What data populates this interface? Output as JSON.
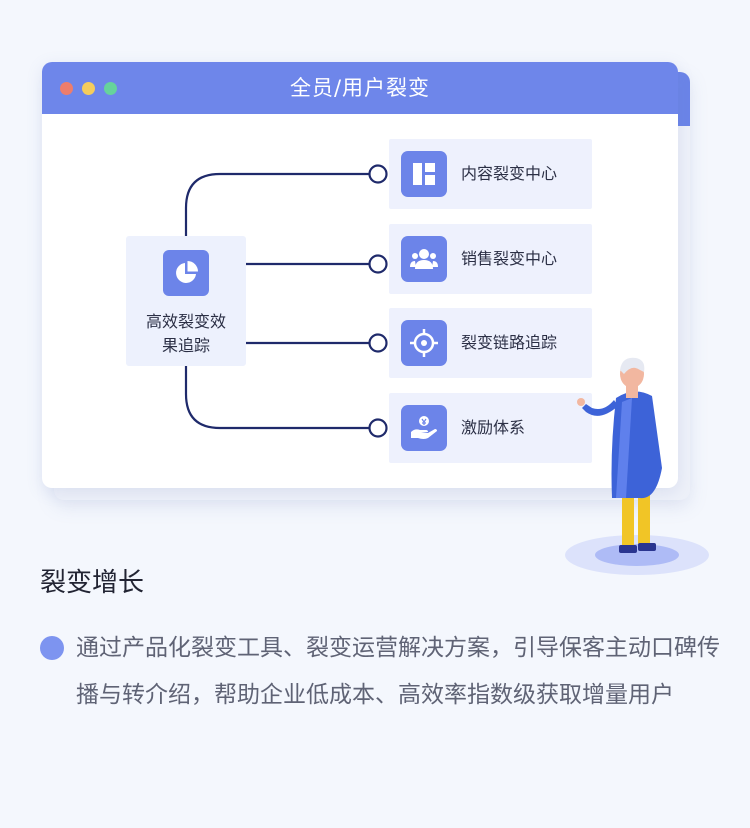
{
  "window": {
    "title": "全员/用户裂变"
  },
  "center_node": {
    "label": "高效裂变效果追踪",
    "icon": "pie-chart-icon"
  },
  "items": [
    {
      "label": "内容裂变中心",
      "icon": "layout-blocks-icon"
    },
    {
      "label": "销售裂变中心",
      "icon": "users-icon"
    },
    {
      "label": "裂变链路追踪",
      "icon": "target-icon"
    },
    {
      "label": "激励体系",
      "icon": "hand-coin-icon"
    }
  ],
  "section": {
    "title": "裂变增长",
    "description": "通过产品化裂变工具、裂变运营解决方案，引导保客主动口碑传播与转介绍，帮助企业低成本、高效率指数级获取增量用户"
  },
  "colors": {
    "accent": "#6e86ea",
    "line": "#1f2a6b",
    "card_bg": "#eef1fd",
    "bullet": "#7d94f0"
  }
}
